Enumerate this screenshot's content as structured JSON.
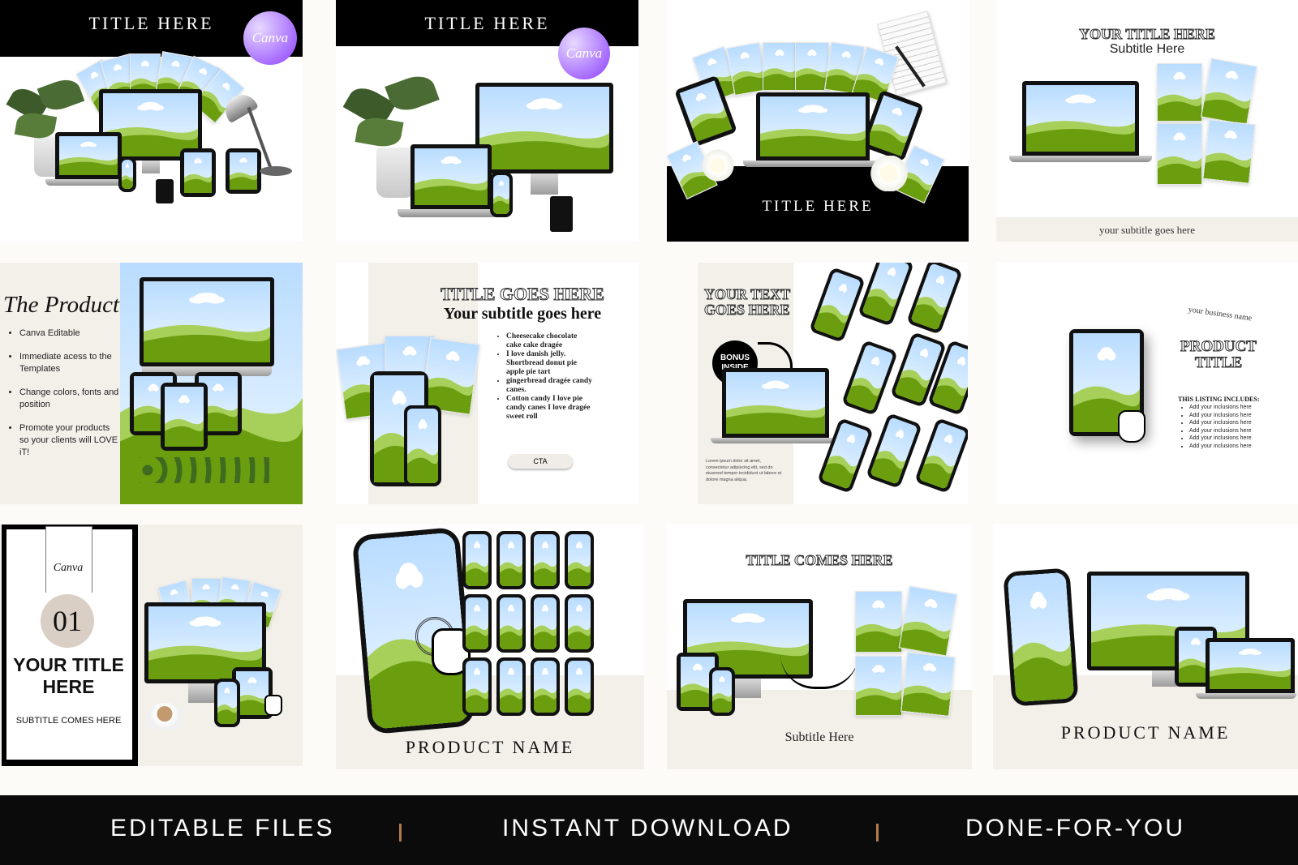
{
  "colors": {
    "sky_top": "#b9dcff",
    "sky_bottom": "#e8f5ff",
    "hill_dark": "#6b9e0f",
    "hill_light": "#9cc94a",
    "black": "#000000",
    "accent": "#b07a4e",
    "canva_purple": "#8b3dff"
  },
  "t1": {
    "title": "TITLE HERE",
    "badge": "Canva"
  },
  "t2": {
    "title": "TITLE HERE",
    "badge": "Canva"
  },
  "t3": {
    "title": "TITLE HERE"
  },
  "t4": {
    "title": "YOUR TITLE HERE",
    "subtitle": "Subtitle  Here",
    "bottom": "your subtitle goes here"
  },
  "t5": {
    "script": "The Product",
    "bullets": [
      "Canva Editable",
      "Immediate acess to the Templates",
      "Change colors, fonts and position",
      "Promote your products so your clients will LOVE iT!"
    ]
  },
  "t6": {
    "title": "TITLE GOES HERE",
    "subtitle": "Your subtitle goes here",
    "bullets": [
      "Cheesecake chocolate cake cake dragée",
      "I love danish jelly. Shortbread donut pie apple pie tart",
      "gingerbread dragée candy canes.",
      "Cotton candy I love pie candy canes I love dragée sweet roll"
    ],
    "cta": "CTA"
  },
  "t7": {
    "title": "YOUR TEXT GOES HERE",
    "badge": "BONUS INSIDE",
    "lorem": "Lorem ipsum dolor sit amet, consectetur adipiscing elit, sed do eiusmod tempor incididunt ut labore et dolore magna aliqua."
  },
  "t8": {
    "brand": "your business name",
    "title": "PRODUCT TITLE",
    "includes_heading": "THIS LISTING INCLUDES:",
    "includes": [
      "Add your inclusions here",
      "Add your inclusions here",
      "Add your inclusions here",
      "Add your inclusions here",
      "Add your inclusions here",
      "Add your inclusions here"
    ]
  },
  "t9": {
    "badge": "Canva",
    "number": "01",
    "title": "YOUR TITLE HERE",
    "subtitle": "SUBTITLE COMES HERE"
  },
  "t10": {
    "name": "PRODUCT NAME"
  },
  "t11": {
    "title": "TITLE COMES HERE",
    "subtitle": "Subtitle  Here"
  },
  "t12": {
    "name": "PRODUCT NAME"
  },
  "footer": {
    "items": [
      "EDITABLE FILES",
      "INSTANT DOWNLOAD",
      "DONE-FOR-YOU"
    ]
  }
}
